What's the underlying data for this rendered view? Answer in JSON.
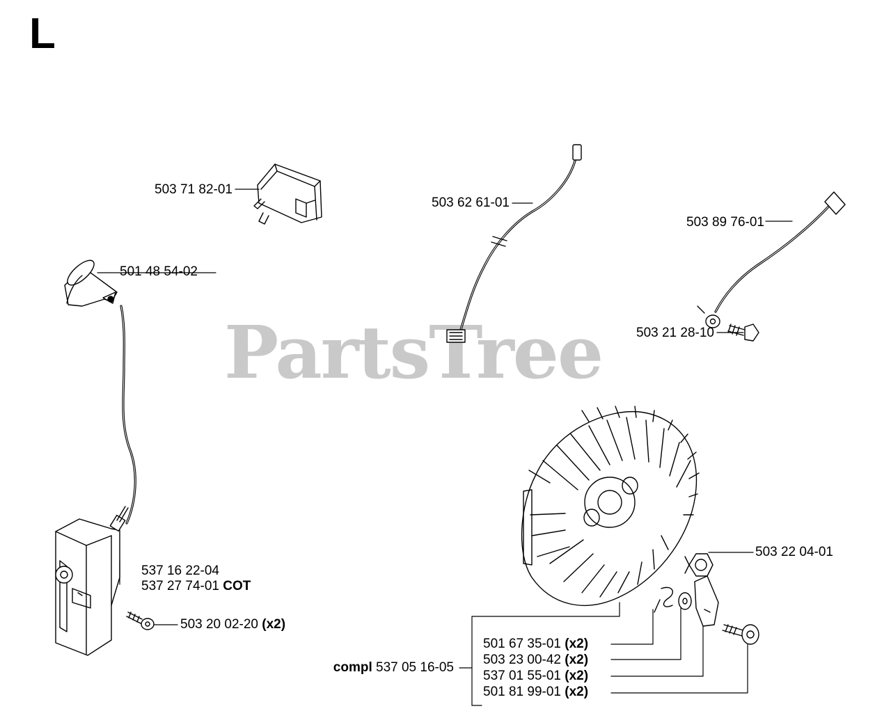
{
  "section_letter": "L",
  "watermark": "PartsTree",
  "parts": {
    "switch": "503 71 82-01",
    "short_wire": "503 62 61-01",
    "ground_wire": "503 89 76-01",
    "ground_screw": "503 21 28-10",
    "spark_cap": "501 48 54-02",
    "coil": "537 16 22-04",
    "coil_cot": "537 27 74-01",
    "coil_cot_suffix": "COT",
    "coil_screw": "503 20 02-20",
    "coil_screw_qty": "(x2)",
    "flywheel_nut": "503 22 04-01",
    "compl_prefix": "compl",
    "compl": "537 05 16-05",
    "kit_items": [
      {
        "part": "501 67 35-01",
        "qty": "(x2)"
      },
      {
        "part": "503 23 00-42",
        "qty": "(x2)"
      },
      {
        "part": "537 01 55-01",
        "qty": "(x2)"
      },
      {
        "part": "501 81 99-01",
        "qty": "(x2)"
      }
    ]
  }
}
